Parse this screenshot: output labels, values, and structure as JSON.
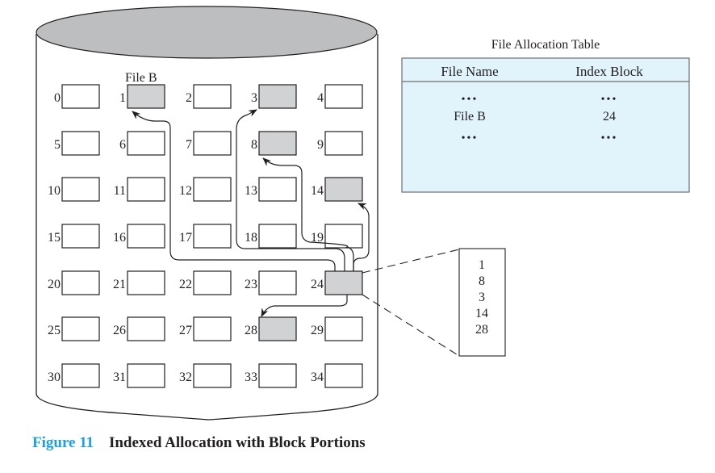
{
  "disk": {
    "file_label": "File B",
    "blocks": [
      {
        "id": "0",
        "filled": false
      },
      {
        "id": "1",
        "filled": true
      },
      {
        "id": "2",
        "filled": false
      },
      {
        "id": "3",
        "filled": true
      },
      {
        "id": "4",
        "filled": false
      },
      {
        "id": "5",
        "filled": false
      },
      {
        "id": "6",
        "filled": false
      },
      {
        "id": "7",
        "filled": false
      },
      {
        "id": "8",
        "filled": true
      },
      {
        "id": "9",
        "filled": false
      },
      {
        "id": "10",
        "filled": false
      },
      {
        "id": "11",
        "filled": false
      },
      {
        "id": "12",
        "filled": false
      },
      {
        "id": "13",
        "filled": false
      },
      {
        "id": "14",
        "filled": true
      },
      {
        "id": "15",
        "filled": false
      },
      {
        "id": "16",
        "filled": false
      },
      {
        "id": "17",
        "filled": false
      },
      {
        "id": "18",
        "filled": false
      },
      {
        "id": "19",
        "filled": false
      },
      {
        "id": "20",
        "filled": false
      },
      {
        "id": "21",
        "filled": false
      },
      {
        "id": "22",
        "filled": false
      },
      {
        "id": "23",
        "filled": false
      },
      {
        "id": "24",
        "filled": true
      },
      {
        "id": "25",
        "filled": false
      },
      {
        "id": "26",
        "filled": false
      },
      {
        "id": "27",
        "filled": false
      },
      {
        "id": "28",
        "filled": true
      },
      {
        "id": "29",
        "filled": false
      },
      {
        "id": "30",
        "filled": false
      },
      {
        "id": "31",
        "filled": false
      },
      {
        "id": "32",
        "filled": false
      },
      {
        "id": "33",
        "filled": false
      },
      {
        "id": "34",
        "filled": false
      }
    ],
    "index_block": "24",
    "pointers_to": [
      "1",
      "8",
      "3",
      "14",
      "28"
    ]
  },
  "fat": {
    "title": "File Allocation Table",
    "headers": [
      "File Name",
      "Index Block"
    ],
    "rows": [
      [
        "•••",
        "•••"
      ],
      [
        "File B",
        "24"
      ],
      [
        "•••",
        "•••"
      ]
    ]
  },
  "index_block_contents": [
    "1",
    "8",
    "3",
    "14",
    "28"
  ],
  "caption": {
    "figure": "Figure 11",
    "title": "Indexed Allocation with Block Portions"
  },
  "colors": {
    "filled_block": "#d1d2d4",
    "disk_top": "#bcbec0",
    "fat_background": "#e1f3fb",
    "caption_accent": "#1aa0e6",
    "stroke": "#231f20"
  }
}
